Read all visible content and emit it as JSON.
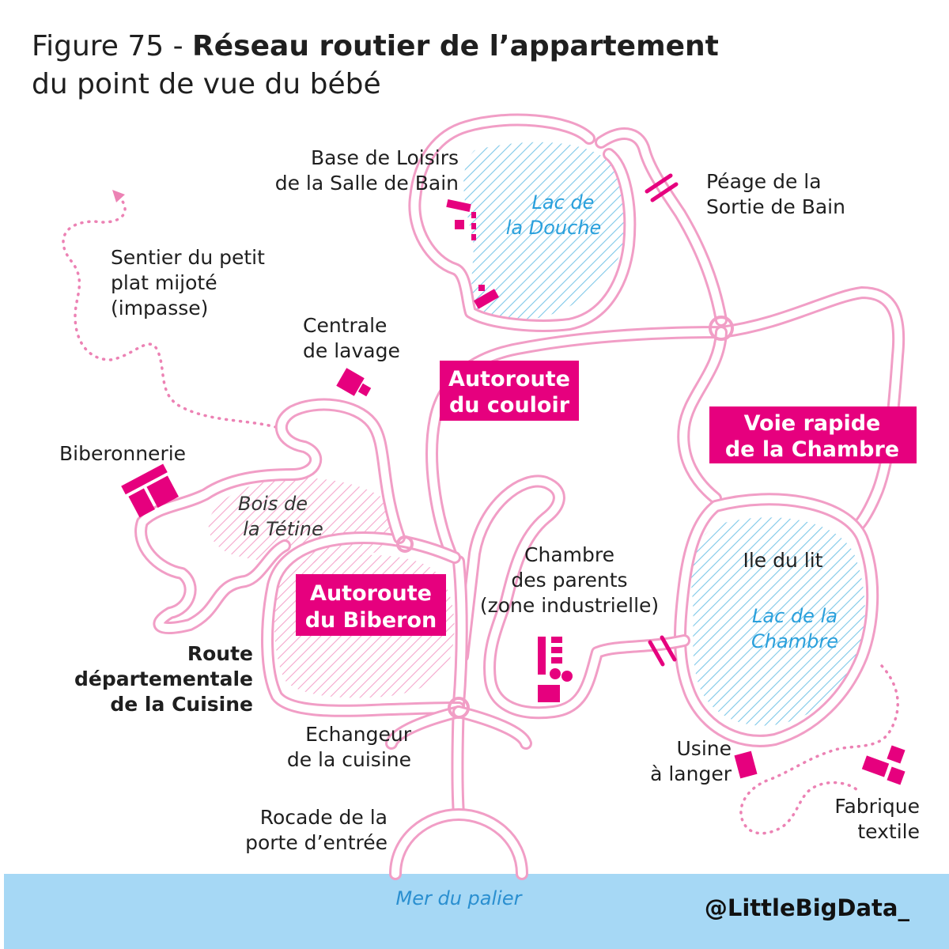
{
  "title": {
    "prefix": "Figure 75 - ",
    "bold": "Réseau routier de l’appartement",
    "line2": "du point de vue du bébé"
  },
  "labels": {
    "base_loisirs": [
      "Base de Loisirs",
      "de la Salle de Bain"
    ],
    "peage": [
      "Péage de la",
      "Sortie de Bain"
    ],
    "sentier": [
      "Sentier du petit",
      "plat mijoté",
      "(impasse)"
    ],
    "centrale": [
      "Centrale",
      "de lavage"
    ],
    "biberonnerie": "Biberonnerie",
    "chambre_parents": [
      "Chambre",
      "des parents",
      "(zone industrielle)"
    ],
    "ile_lit": "Ile du lit",
    "route_cuisine": [
      "Route",
      "départementale",
      "de la Cuisine"
    ],
    "echangeur": [
      "Echangeur",
      "de la cuisine"
    ],
    "rocade": [
      "Rocade de la",
      "porte d’entrée"
    ],
    "usine": [
      "Usine",
      "à langer"
    ],
    "fabrique": [
      "Fabrique",
      "textile"
    ]
  },
  "water_labels": {
    "lac_douche": [
      "Lac de",
      "la Douche"
    ],
    "lac_chambre": [
      "Lac de la",
      "Chambre"
    ],
    "bois_tetine": [
      "Bois de",
      "la Tétine"
    ]
  },
  "highways": {
    "couloir": [
      "Autoroute",
      "du couloir"
    ],
    "chambre": [
      "Voie rapide",
      "de la Chambre"
    ],
    "biberon": [
      "Autoroute",
      "du Biberon"
    ]
  },
  "sea": {
    "label": "Mer du palier",
    "color": "#a6d8f5"
  },
  "handle": "@LittleBigData_",
  "colors": {
    "road": "#f19ec6",
    "accent": "#e6007e",
    "water_hatch": "#7ec8e8",
    "forest_hatch": "#f5a6cc",
    "water_text": "#2aa0dc"
  }
}
